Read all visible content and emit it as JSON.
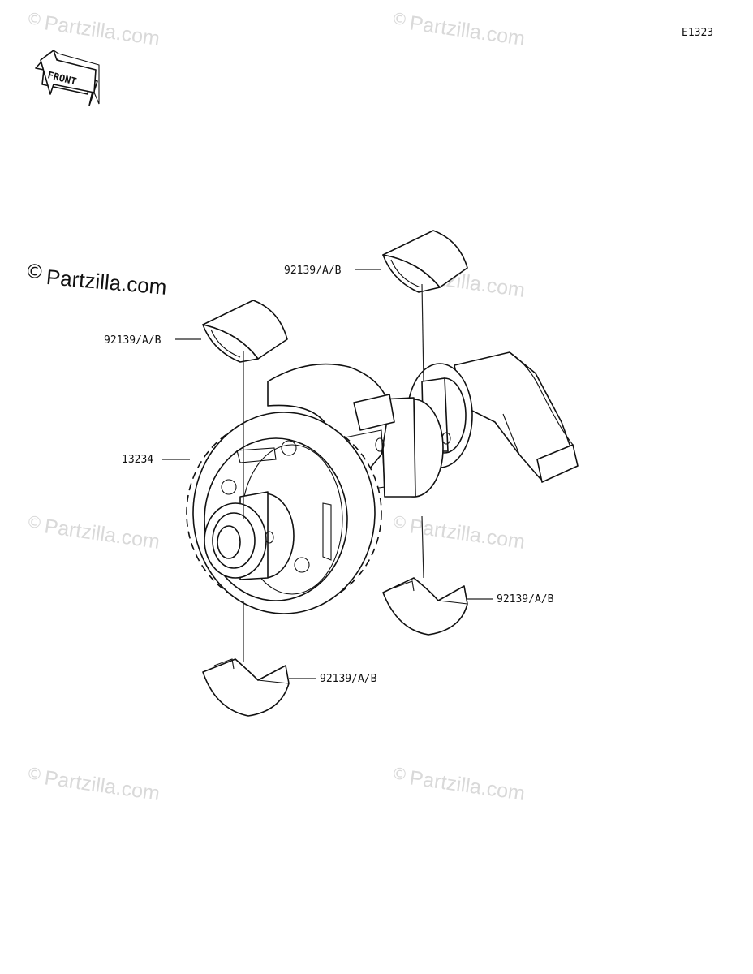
{
  "diagram_code": "E1323",
  "front_label": "FRONT",
  "watermark": {
    "symbol": "©",
    "text": "Partzilla.com"
  },
  "callouts": {
    "bearing_top_right": "92139/A/B",
    "bearing_top_left": "92139/A/B",
    "gear": "13234",
    "bearing_lower_right": "92139/A/B",
    "bearing_lower_left": "92139/A/B"
  }
}
